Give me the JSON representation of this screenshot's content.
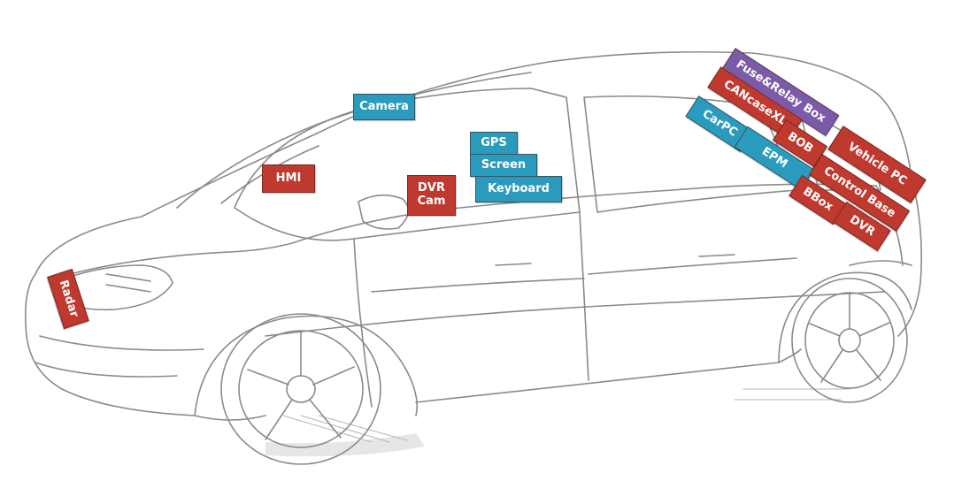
{
  "colors": {
    "red": "#c0392f",
    "blue": "#2a9bbd",
    "purple": "#7b5aa8",
    "sketch": "#8a8a8a"
  },
  "labels": {
    "radar": "Radar",
    "hmi": "HMI",
    "camera": "Camera",
    "dvr_cam": "DVR\nCam",
    "gps": "GPS",
    "screen": "Screen",
    "keyboard": "Keyboard",
    "fuse_relay_box": "Fuse&Relay Box",
    "cancasexl": "CANcaseXL",
    "bob": "BOB",
    "vehicle_pc": "Vehicle PC",
    "carpc": "CarPC",
    "epm": "EPM",
    "control_base": "Control Base",
    "bbox": "BBox",
    "dvr": "DVR"
  }
}
